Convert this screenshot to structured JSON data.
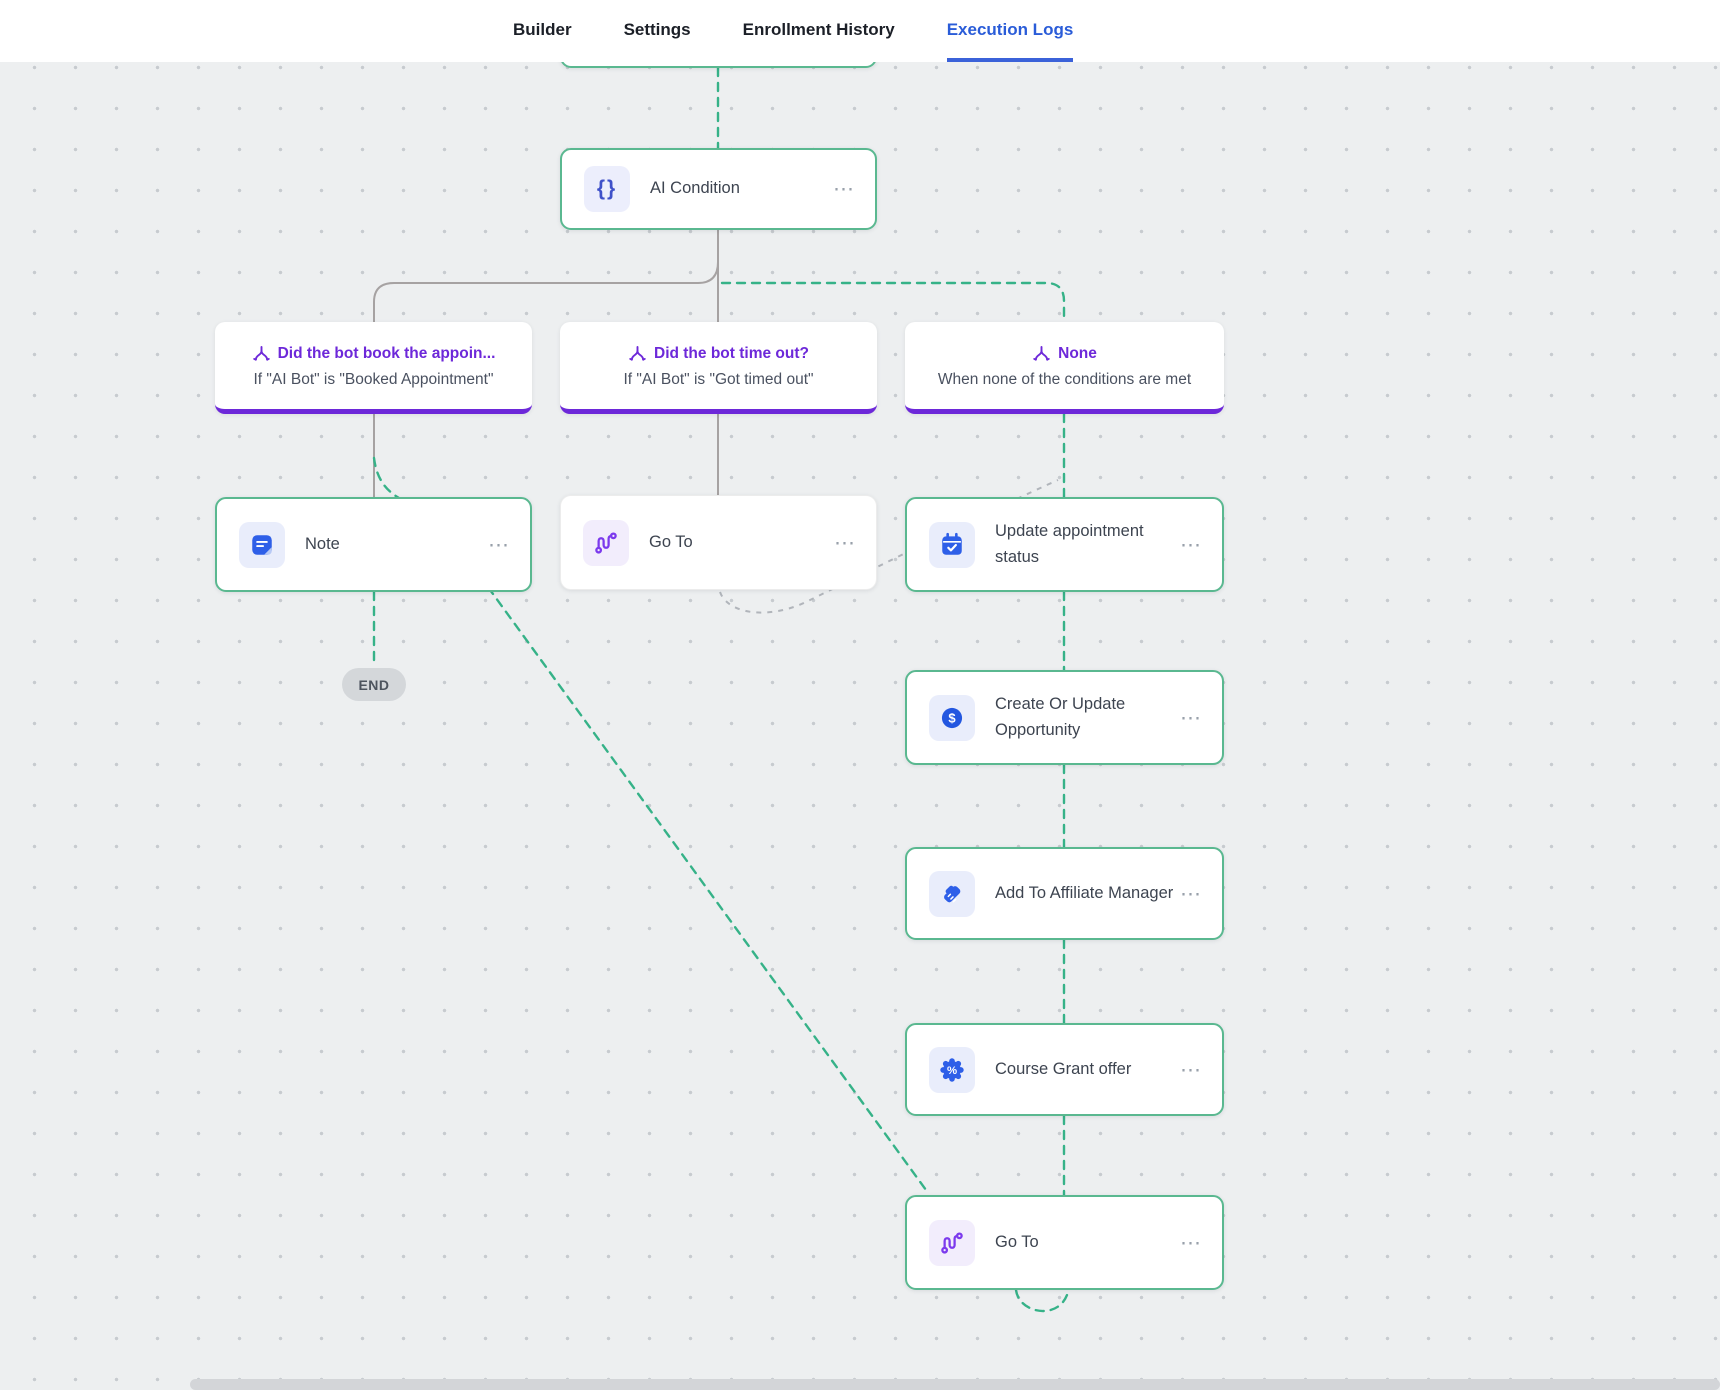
{
  "nav": {
    "tabs": [
      {
        "label": "Builder",
        "active": false
      },
      {
        "label": "Settings",
        "active": false
      },
      {
        "label": "Enrollment History",
        "active": false
      },
      {
        "label": "Execution Logs",
        "active": true
      }
    ]
  },
  "menu_glyph": "⋯",
  "workflow": {
    "ai_condition": {
      "label": "AI Condition"
    },
    "branches": [
      {
        "title": "Did the bot book the appoin...",
        "subtitle": "If \"AI Bot\" is \"Booked Appointment\""
      },
      {
        "title": "Did the bot time out?",
        "subtitle": "If \"AI Bot\" is \"Got timed out\""
      },
      {
        "title": "None",
        "subtitle": "When none of the conditions are met"
      }
    ],
    "actions": {
      "note": {
        "label": "Note"
      },
      "goto_mid": {
        "label": "Go To"
      },
      "update_appointment": {
        "label": "Update appointment status"
      },
      "create_opportunity": {
        "label": "Create Or Update Opportunity"
      },
      "affiliate": {
        "label": "Add To Affiliate Manager"
      },
      "course": {
        "label": "Course Grant offer"
      },
      "goto_bottom": {
        "label": "Go To"
      }
    },
    "end_label": "END"
  },
  "icons": {
    "ai_condition": "curly-braces-icon",
    "branch": "split-branch-icon",
    "note": "note-document-icon",
    "goto": "route-icon",
    "update_appointment": "calendar-check-icon",
    "create_opportunity": "dollar-circle-icon",
    "affiliate": "handshake-icon",
    "course": "percent-badge-icon",
    "menu": "ellipsis-menu-icon"
  },
  "colors": {
    "active_tab": "#2a5cd8",
    "path_green": "#36b288",
    "node_border_green": "#5ab890",
    "branch_purple": "#6d28d9",
    "icon_blue": "#2e5fe8",
    "icon_indigo": "#3f51c9",
    "icon_purple": "#7c3aed",
    "connector_gray": "#a6a2a2"
  }
}
